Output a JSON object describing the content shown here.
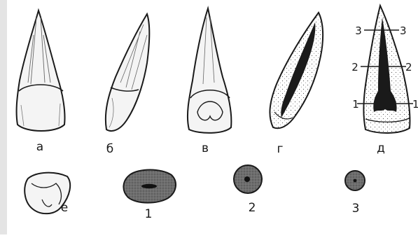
{
  "figure": {
    "view_labels": {
      "a": "а",
      "b": "б",
      "v": "в",
      "g": "г",
      "d": "д",
      "e": "е"
    },
    "section_levels": [
      "1",
      "2",
      "3"
    ],
    "cross_section_labels": [
      "1",
      "2",
      "3"
    ]
  }
}
